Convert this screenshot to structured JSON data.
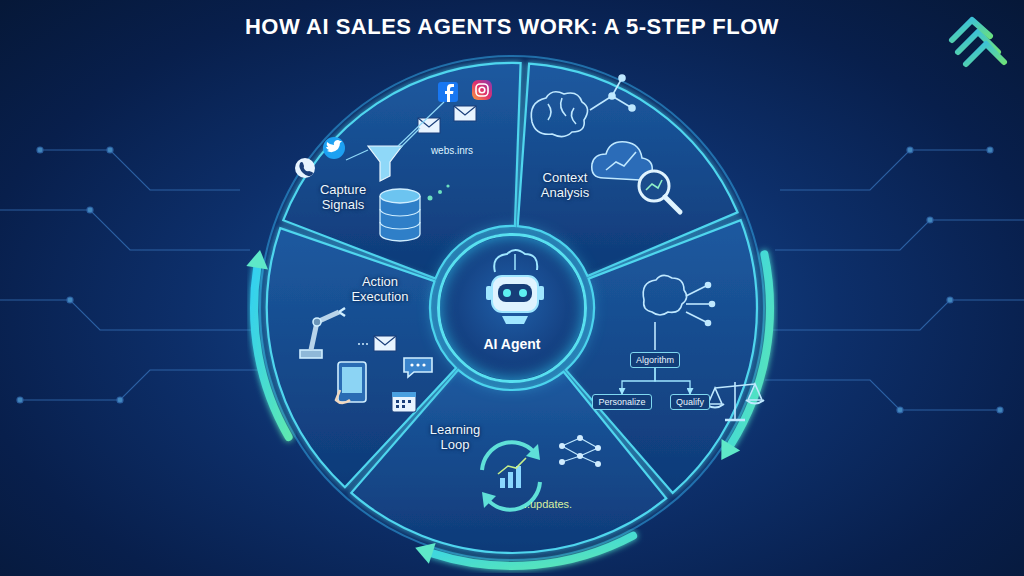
{
  "diagram": {
    "title": "HOW AI SALES AGENTS WORK: A 5-STEP FLOW",
    "nodes": [
      {
        "text": [
          "Capture Signals"
        ]
      },
      {
        "text": [
          "Context Analysis"
        ]
      },
      {
        "text": [
          "Algorithm"
        ]
      },
      {
        "text": [
          "Personalize"
        ]
      },
      {
        "text": [
          "Qualify"
        ]
      },
      {
        "text": [
          "Learning Loop"
        ]
      },
      {
        "text": [
          "Action Execution"
        ]
      },
      {
        "text": [
          "AI Agent"
        ]
      }
    ],
    "edges": [
      {
        "from": 2,
        "to": 3,
        "arrow": "to"
      },
      {
        "from": 2,
        "to": 4,
        "arrow": "to"
      }
    ],
    "labels": [
      "webs.inrs",
      "..updates."
    ]
  }
}
